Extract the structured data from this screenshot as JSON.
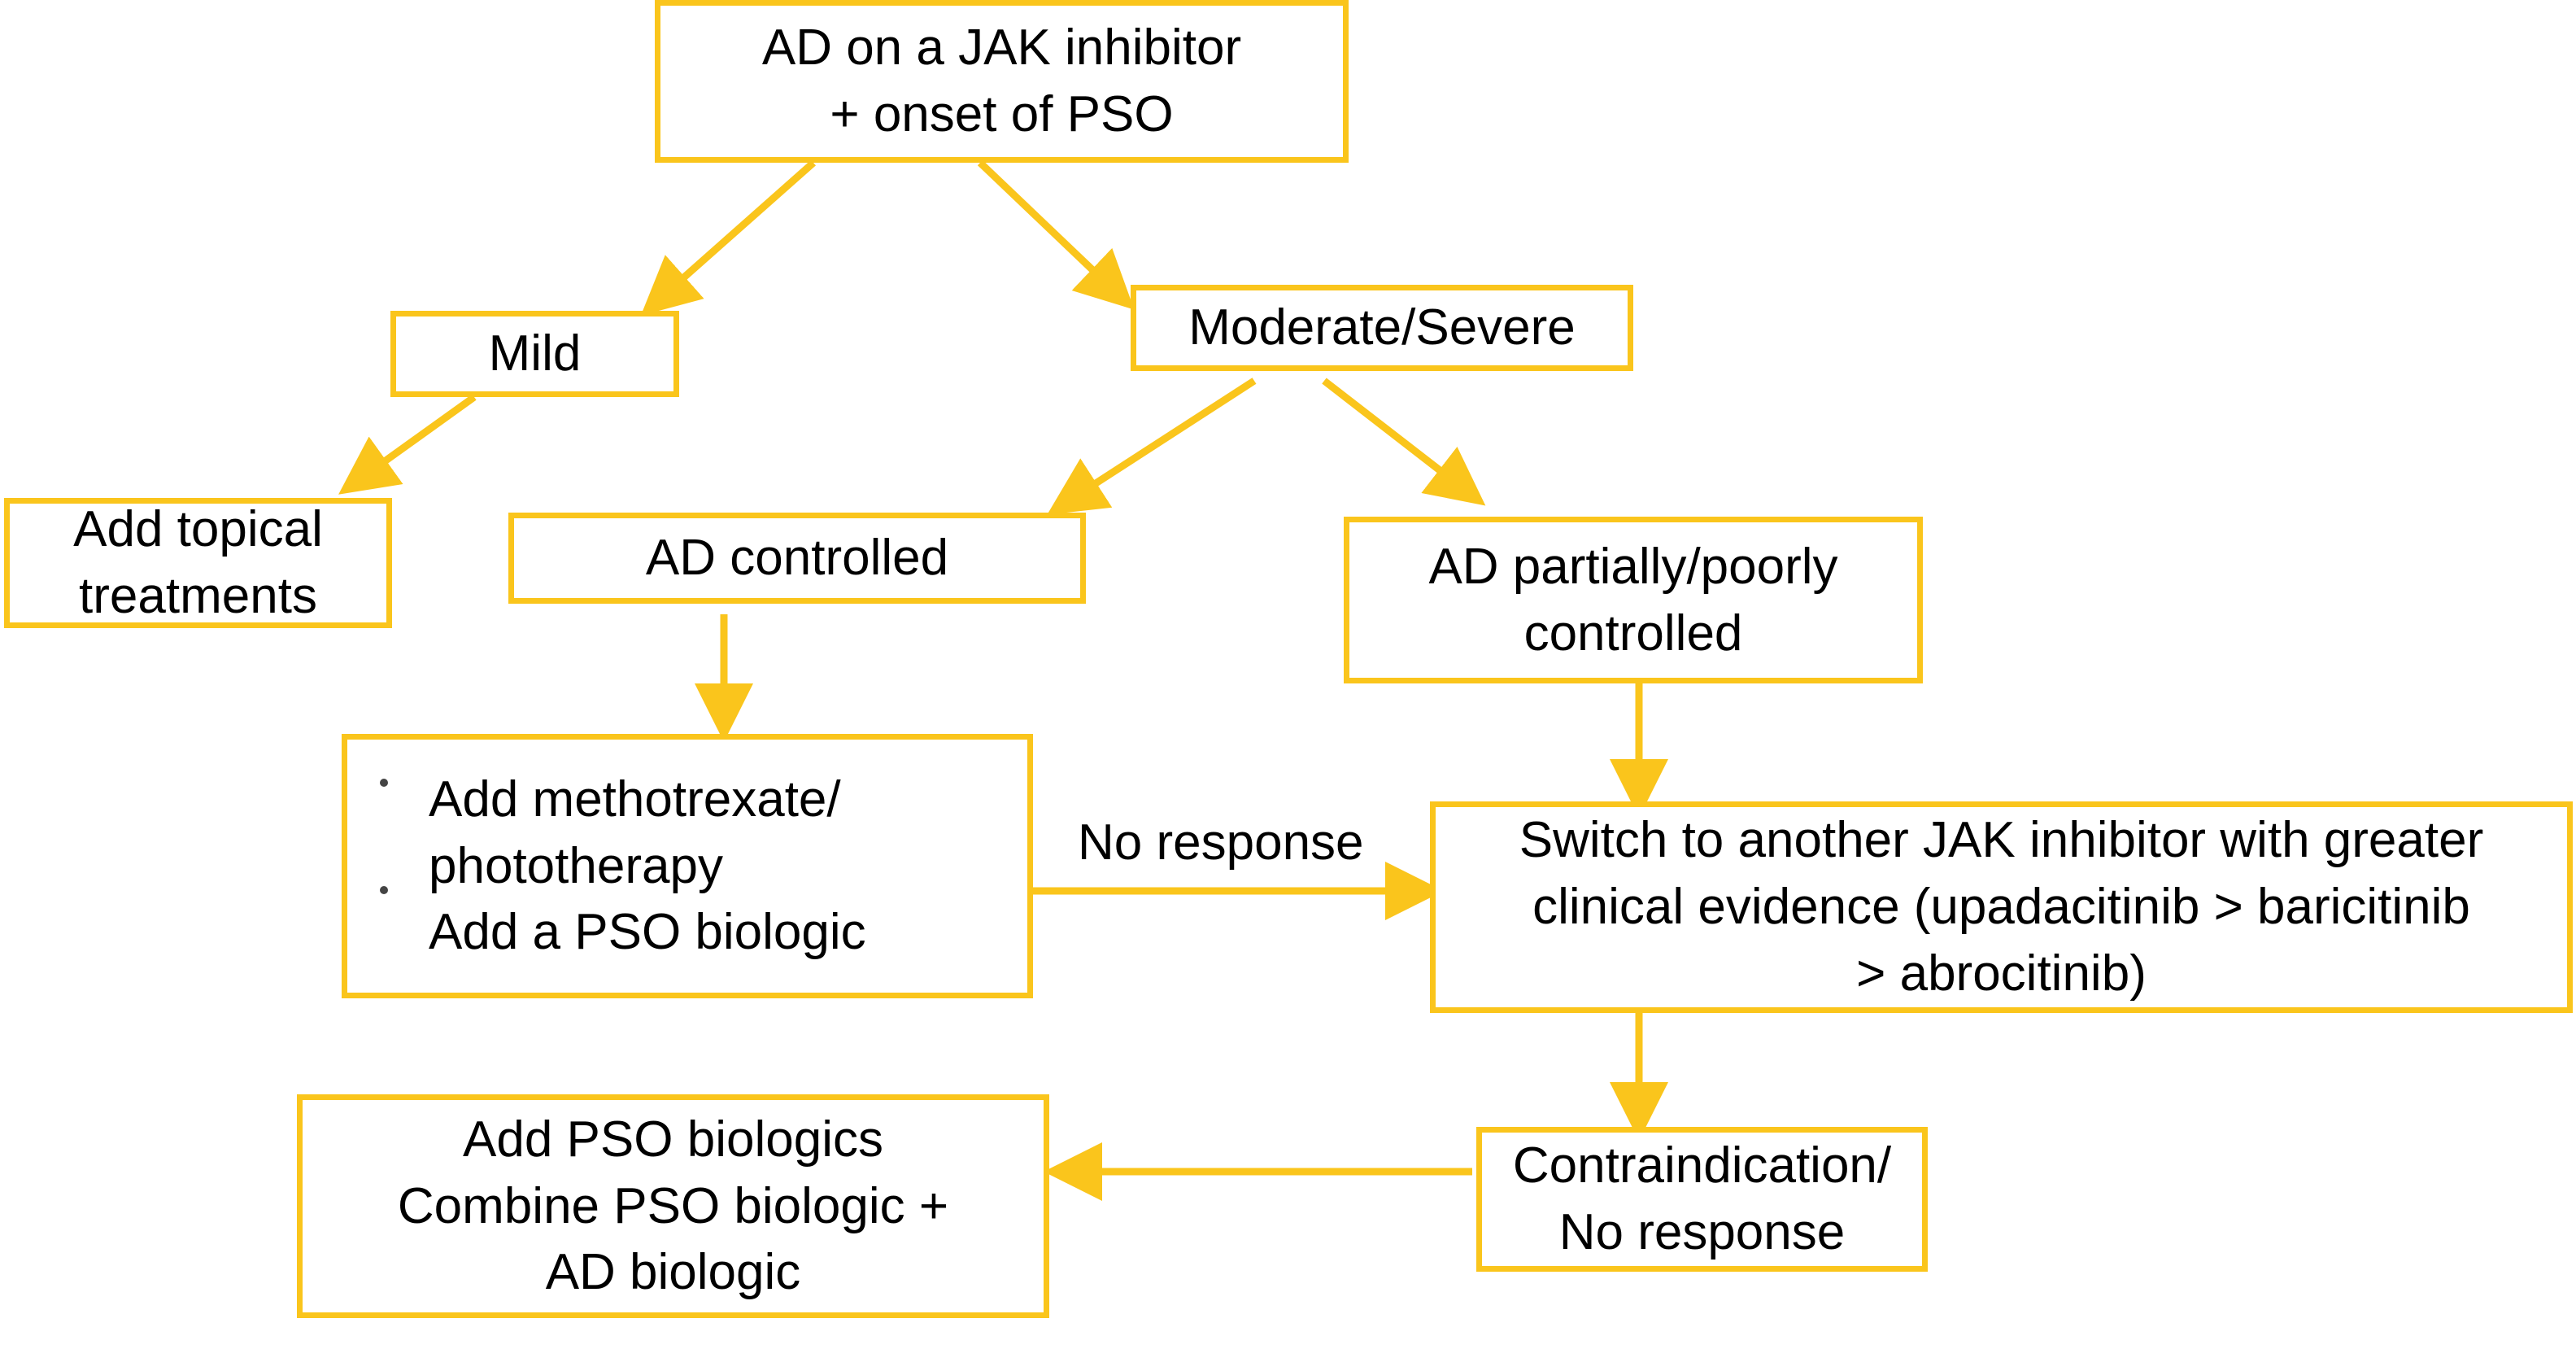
{
  "colors": {
    "accent": "#FAC51C",
    "text": "#000000",
    "background": "#ffffff"
  },
  "nodes": {
    "start": {
      "lines": [
        "AD on a JAK inhibitor",
        "+ onset of PSO"
      ]
    },
    "mild": {
      "lines": [
        "Mild"
      ]
    },
    "moderate_severe": {
      "lines": [
        "Moderate/Severe"
      ]
    },
    "topical": {
      "lines": [
        "Add topical",
        "treatments"
      ]
    },
    "ad_controlled": {
      "lines": [
        "AD controlled"
      ]
    },
    "ad_partial": {
      "lines": [
        "AD partially/poorly",
        "controlled"
      ]
    },
    "methotrexate": {
      "lines": [
        "Add methotrexate/",
        "phototherapy",
        "Add a PSO biologic"
      ]
    },
    "switch_jak": {
      "lines": [
        "Switch to another JAK inhibitor with greater",
        "clinical evidence (upadacitinib > baricitinib",
        "> abrocitinib)"
      ]
    },
    "contraindication": {
      "lines": [
        "Contraindication/",
        "No response"
      ]
    },
    "pso_biologics": {
      "lines": [
        "Add PSO biologics",
        "Combine PSO biologic +",
        "AD biologic"
      ]
    }
  },
  "edges": {
    "no_response_label": "No response"
  }
}
